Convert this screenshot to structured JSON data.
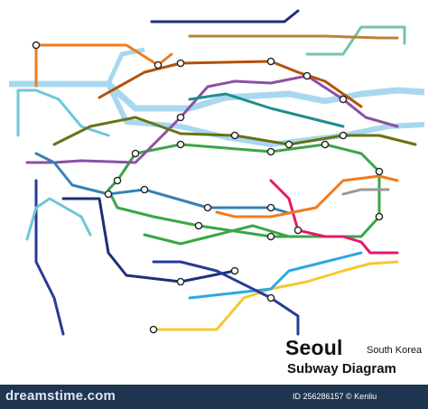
{
  "title": {
    "main": "Seoul",
    "country": "South Korea",
    "subtitle": "Subway Diagram"
  },
  "footer": {
    "brand": "dreamstime.com",
    "id_text": "ID 256286157 © Kenliu"
  },
  "colors": {
    "river": "#a8d8f0",
    "line1": "#263c96",
    "line2": "#3aa646",
    "line3": "#ef7c1c",
    "line4": "#2ca8e0",
    "line5": "#8b50a4",
    "line6": "#b5500b",
    "line7": "#697215",
    "line8": "#e6186c",
    "line9": "#bb8336",
    "airport": "#3681b7",
    "gyeongui": "#77c4a3",
    "yellow": "#f5c82e",
    "gray": "#9a9a9a",
    "teal": "#1b8e8e",
    "darkblue": "#1c2f78",
    "lightblue": "#6ec6d8",
    "footer_bg": "#1f3550"
  }
}
